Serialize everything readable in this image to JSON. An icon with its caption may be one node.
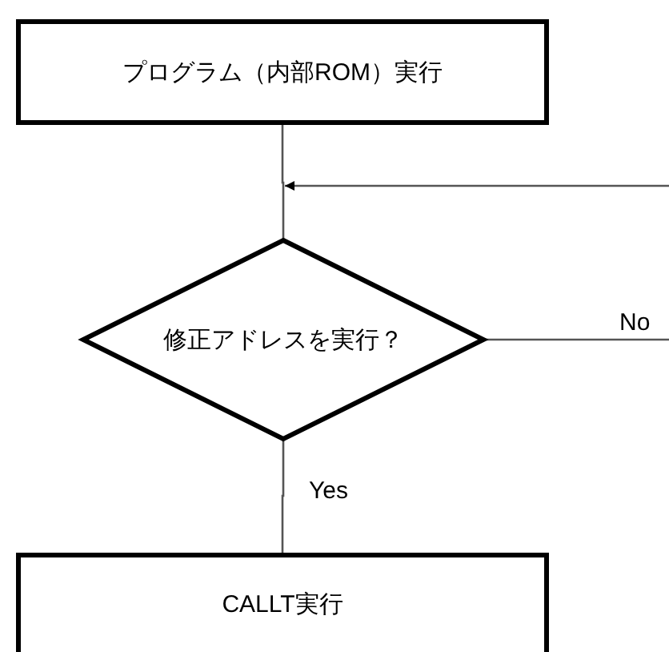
{
  "diagram": {
    "nodes": [
      {
        "text": [
          "プログラム（内部ROM）実行"
        ]
      },
      {
        "text": [
          "修正アドレスを実行？"
        ]
      },
      {
        "text": [
          "CALLT実行"
        ]
      }
    ],
    "edges": [
      {
        "from": 0,
        "to": 1,
        "arrow": "none"
      },
      {
        "from": null,
        "to": 1,
        "arrow": "to"
      },
      {
        "from": 1,
        "to": null,
        "arrow": "none",
        "label": "No"
      },
      {
        "from": 1,
        "to": 2,
        "arrow": "none",
        "label": "Yes"
      }
    ]
  }
}
